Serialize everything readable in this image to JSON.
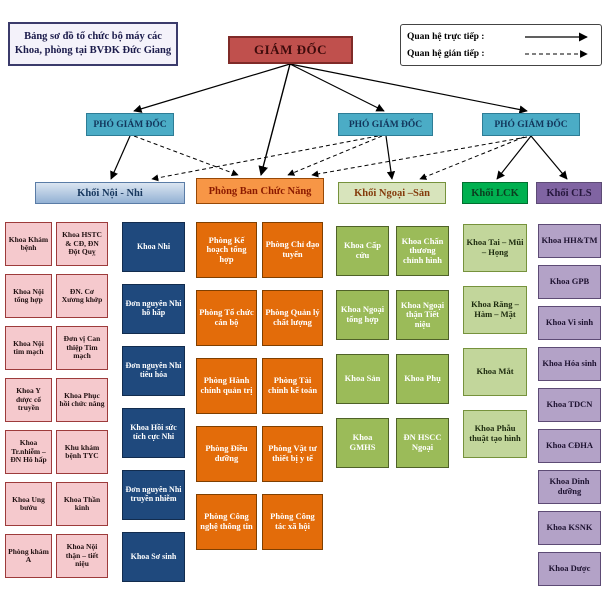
{
  "meta": {
    "title_line1": "Bảng sơ đồ tổ chức bộ máy các",
    "title_line2": "Khoa, phòng tại BVĐK Đức Giang"
  },
  "legend": {
    "direct": "Quan hệ trực tiếp :",
    "indirect": "Quan hệ gián tiếp :"
  },
  "director": "GIÁM ĐỐC",
  "deputies": [
    "PHÓ GIÁM ĐỐC",
    "PHÓ GIÁM ĐỐC",
    "PHÓ GIÁM ĐỐC"
  ],
  "blocks": {
    "noi_nhi": {
      "header": "Khối Nội - Nhi",
      "col1": [
        "Khoa Khám bệnh",
        "Khoa Nội tổng hợp",
        "Khoa Nội tim mạch",
        "Khoa Y dược cổ truyền",
        "Khoa Tr.nhiễm – ĐN Hô hấp",
        "Khoa Ung bướu",
        "Phòng khám A"
      ],
      "col2": [
        "Khoa HSTC & CĐ, ĐN Đột Quỵ",
        "ĐN. Cơ Xương khớp",
        "Đơn vị Can thiệp Tim mạch",
        "Khoa Phục hồi chức năng",
        "Khu khám bệnh TYC",
        "Khoa Thần kinh",
        "Khoa Nội thận – tiết niệu"
      ],
      "col3": [
        "Khoa Nhi",
        "Đơn nguyên Nhi hô hấp",
        "Đơn nguyên Nhi tiêu hóa",
        "Khoa Hồi sức tích cực Nhi",
        "Đơn nguyên Nhi truyền nhiễm",
        "Khoa Sơ sinh"
      ]
    },
    "phong_ban": {
      "header": "Phòng Ban Chức Năng",
      "col1": [
        "Phòng Kế hoạch tổng hợp",
        "Phòng Tổ chức cán bộ",
        "Phòng Hành chính quản trị",
        "Phòng Điều dưỡng",
        "Phòng Công nghệ thông tin"
      ],
      "col2": [
        "Phòng Chỉ đạo tuyến",
        "Phòng Quản lý chất lượng",
        "Phòng Tài chính kế toán",
        "Phòng Vật tư thiết bị y tế",
        "Phòng Công tác xã hội"
      ]
    },
    "ngoai_san": {
      "header": "Khối Ngoại –Sản",
      "col1": [
        "Khoa Cấp cứu",
        "Khoa Ngoại tổng hợp",
        "Khoa Sản",
        "Khoa GMHS"
      ],
      "col2": [
        "Khoa Chấn thương chỉnh hình",
        "Khoa Ngoại thận Tiết niệu",
        "Khoa Phụ",
        "ĐN HSCC Ngoại"
      ]
    },
    "lck": {
      "header": "Khối LCK",
      "col1": [
        "Khoa Tai – Mũi – Họng",
        "Khoa Răng – Hàm – Mặt",
        "Khoa Mắt",
        "Khoa Phẫu thuật tạo hình"
      ]
    },
    "cls": {
      "header": "Khối CLS",
      "col1": [
        "Khoa HH&TM",
        "Khoa GPB",
        "Khoa Vi sinh",
        "Khoa Hóa sinh",
        "Khoa TDCN",
        "Khoa CĐHA",
        "Khoa Dinh dưỡng",
        "Khoa KSNK",
        "Khoa Dược"
      ]
    }
  }
}
